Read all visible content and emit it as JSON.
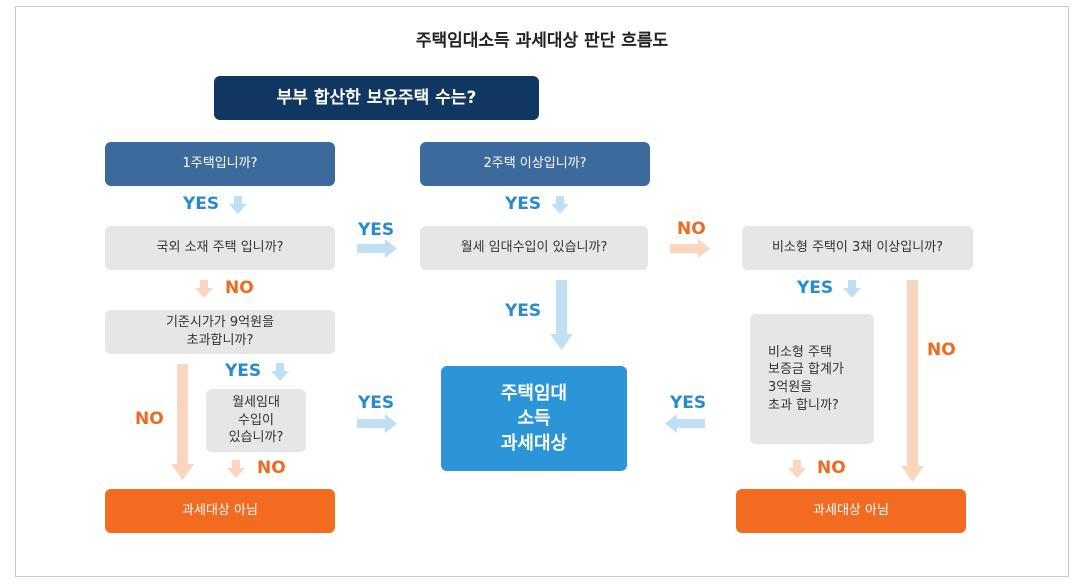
{
  "title": "주택임대소득 과세대상 판단 흐름도",
  "colors": {
    "navy": "#0f3761",
    "steel": "#3c6a9c",
    "gray": "#e6e6e6",
    "orange": "#f26b20",
    "result_blue": "#2c95d8",
    "yes_text": "#2a8ad0",
    "no_text": "#ee6a21",
    "blue_arrow": "#bfe0f4",
    "orange_arrow": "#fad6bf"
  },
  "nodes": {
    "root": "부부 합산한 보유주택 수는?",
    "one_house": "1주택입니까?",
    "two_plus": "2주택 이상입니까?",
    "overseas": "국외 소재 주택 입니까?",
    "price_over": "기준시가가 9억원을\n초과합니까?",
    "monthly_rent_left": "월세임대\n수입이\n있습니까?",
    "monthly_rent_mid": "월세 임대수입이 있습니까?",
    "small_three": "비소형 주택이 3채 이상입니까?",
    "deposit_over": "비소형 주택\n보증금 합계가\n3억원을\n초과 합니까?",
    "taxable": "주택임대\n소득\n과세대상",
    "not_taxable_left": "과세대상 아님",
    "not_taxable_right": "과세대상 아님"
  },
  "labels": {
    "yes": "YES",
    "no": "NO"
  }
}
